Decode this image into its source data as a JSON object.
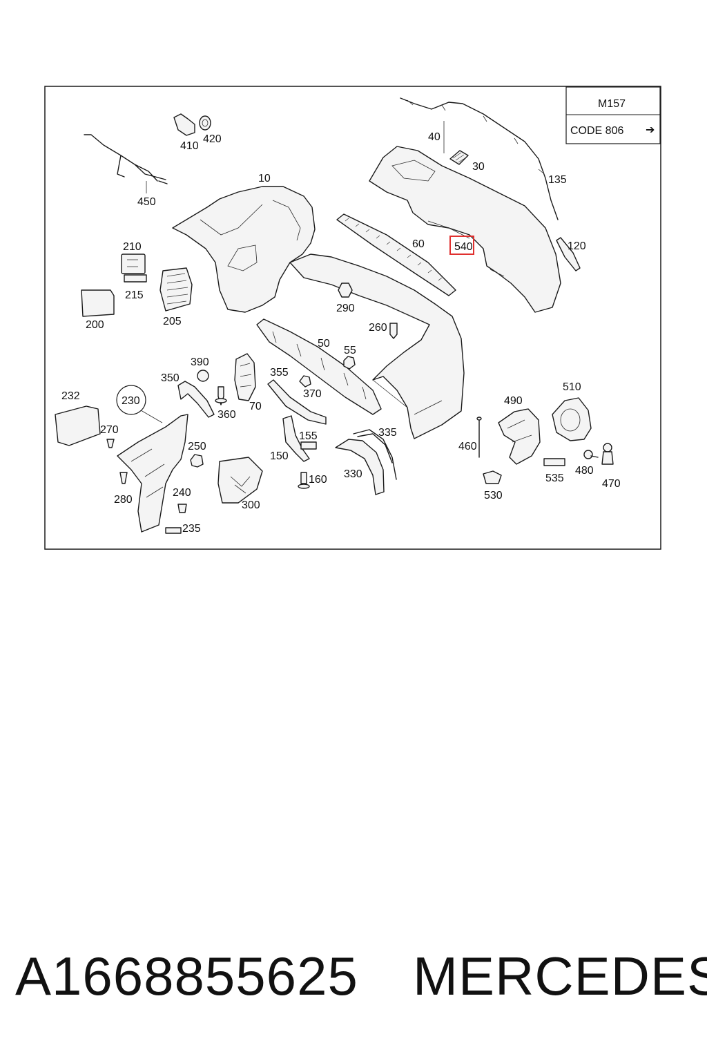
{
  "model_box": {
    "model": "M157",
    "code": "CODE 806",
    "arrow": "➔"
  },
  "highlight": {
    "label": "540",
    "color": "#e0302f"
  },
  "labels": {
    "l10": "10",
    "l30": "30",
    "l40": "40",
    "l50": "50",
    "l55": "55",
    "l60": "60",
    "l70": "70",
    "l120": "120",
    "l135": "135",
    "l150": "150",
    "l155": "155",
    "l160": "160",
    "l200": "200",
    "l205": "205",
    "l210": "210",
    "l215": "215",
    "l230": "230",
    "l232": "232",
    "l235": "235",
    "l240": "240",
    "l250": "250",
    "l260": "260",
    "l270": "270",
    "l280": "280",
    "l290": "290",
    "l300": "300",
    "l330": "330",
    "l335": "335",
    "l350": "350",
    "l355": "355",
    "l360": "360",
    "l370": "370",
    "l390": "390",
    "l410": "410",
    "l420": "420",
    "l450": "450",
    "l460": "460",
    "l470": "470",
    "l480": "480",
    "l490": "490",
    "l510": "510",
    "l530": "530",
    "l535": "535"
  },
  "footer": {
    "part_number": "A1668855625",
    "brand": "MERCEDES"
  }
}
